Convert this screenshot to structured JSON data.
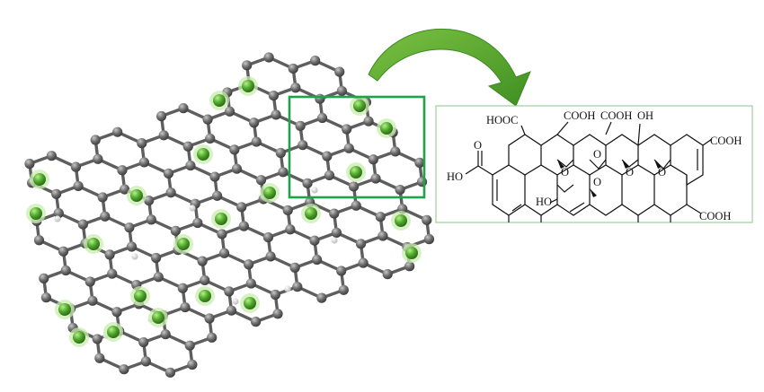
{
  "colors": {
    "carbon_atom": "#6d6d6d",
    "carbon_highlight": "#bdbdbd",
    "bond": "#5e5e5e",
    "oxygen_atom": "#5cb530",
    "oxygen_glow": "#c9ecb0",
    "hydrogen_atom": "#e6e6e6",
    "selection_box": "#1ea24a",
    "panel_border": "#9fce9f",
    "arrow_fill": "#59ac2c",
    "arrow_dark": "#2f7d1f",
    "structure_ink": "#111111"
  },
  "icons": {
    "arrow": "curved-arrow-icon"
  },
  "structure": {
    "labels": {
      "hooc_top_left": "HOOC",
      "cooh_top_1": "COOH",
      "cooh_top_2": "COOH",
      "oh_top": "OH",
      "cooh_right_top": "COOH",
      "o_ketone": "O",
      "ho_left": "HO",
      "ho_lower": "HO",
      "cooh_right_bottom": "COOH",
      "o_epoxide_center": "O",
      "o_epoxide_right_1": "O",
      "o_epoxide_right_2": "O",
      "o_epoxide_left": "O",
      "o_epoxide_lower": "O"
    }
  }
}
